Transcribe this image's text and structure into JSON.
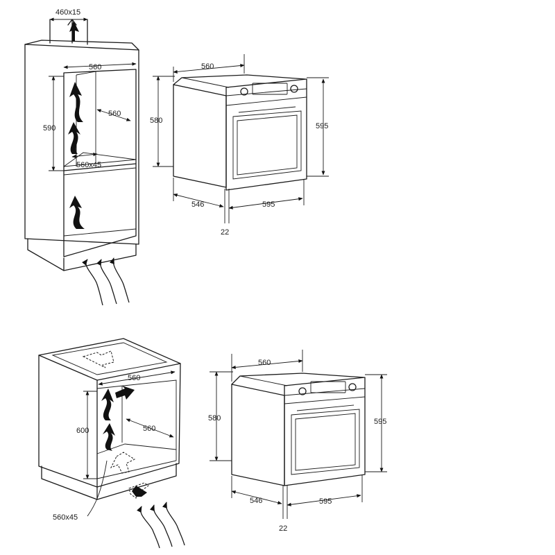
{
  "installation_diagram": {
    "column_unit": {
      "vent_top": "460x15",
      "inner_width": "560",
      "depth": "560",
      "niche_height": "590",
      "shelf_opening": "560x45"
    },
    "counter_unit": {
      "inner_width": "560",
      "depth": "560",
      "niche_height": "600",
      "base_opening": "560x45"
    },
    "oven_top": {
      "width": "560",
      "body_height": "580",
      "front_height": "595",
      "body_depth": "546",
      "front_width": "595",
      "door_thickness": "22"
    },
    "oven_bottom": {
      "width": "560",
      "body_height": "580",
      "front_height": "595",
      "body_depth": "546",
      "front_width": "595",
      "door_thickness": "22"
    }
  }
}
